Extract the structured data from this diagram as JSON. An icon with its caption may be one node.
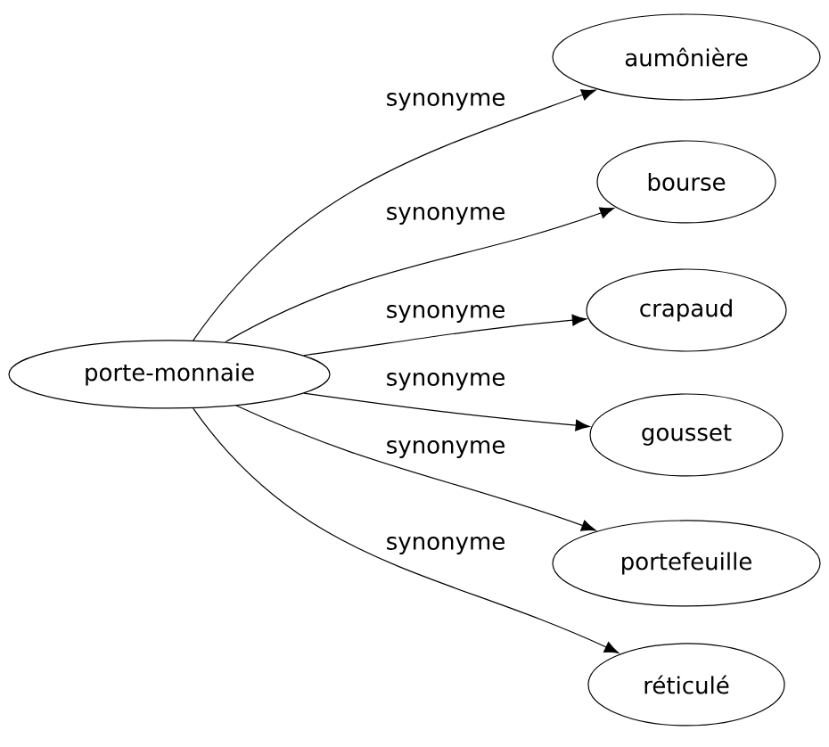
{
  "diagram": {
    "nodes": [
      {
        "text": [
          "porte-monnaie"
        ]
      },
      {
        "text": [
          "aumônière"
        ]
      },
      {
        "text": [
          "bourse"
        ]
      },
      {
        "text": [
          "crapaud"
        ]
      },
      {
        "text": [
          "gousset"
        ]
      },
      {
        "text": [
          "portefeuille"
        ]
      },
      {
        "text": [
          "réticulé"
        ]
      }
    ],
    "edges": [
      {
        "from": 0,
        "to": 1,
        "arrow": "to",
        "label": "synonyme"
      },
      {
        "from": 0,
        "to": 2,
        "arrow": "to",
        "label": "synonyme"
      },
      {
        "from": 0,
        "to": 3,
        "arrow": "to",
        "label": "synonyme"
      },
      {
        "from": 0,
        "to": 4,
        "arrow": "to",
        "label": "synonyme"
      },
      {
        "from": 0,
        "to": 5,
        "arrow": "to",
        "label": "synonyme"
      },
      {
        "from": 0,
        "to": 6,
        "arrow": "to",
        "label": "synonyme"
      }
    ]
  }
}
